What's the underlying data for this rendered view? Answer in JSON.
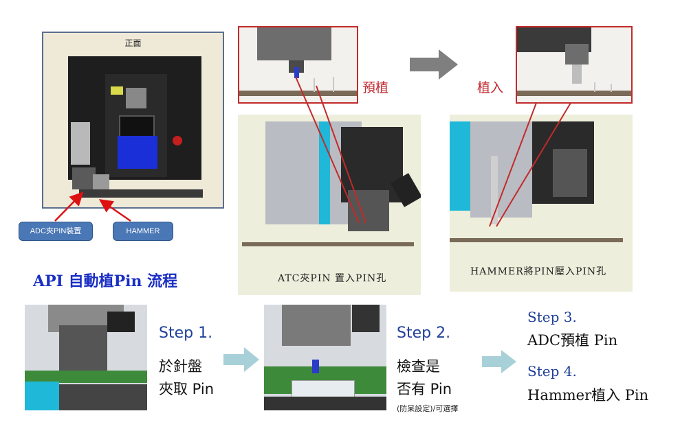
{
  "front_panel": {
    "title": "正面"
  },
  "callouts": {
    "adc": "ADC夾PIN裝置",
    "hammer": "HAMMER"
  },
  "labels": {
    "pre_plant": "預植",
    "insert": "植入"
  },
  "captions": {
    "atc": "ATC夾PIN  置入PIN孔",
    "hammer": "HAMMER將PIN壓入PIN孔"
  },
  "title": "API 自動植Pin 流程",
  "steps": [
    {
      "heading": "Step 1.",
      "line1": "於針盤",
      "line2": "夾取 Pin"
    },
    {
      "heading": "Step 2.",
      "line1": "檢查是",
      "line2": "否有 Pin",
      "note": "(防呆設定)/可選擇"
    },
    {
      "heading": "Step 3.",
      "line1": "ADC預植 Pin"
    },
    {
      "heading": "Step 4.",
      "line1": "Hammer植入 Pin"
    }
  ],
  "colors": {
    "title": "#1a2ec4",
    "step_heading": "#1f3f9a",
    "red": "#c22a2a",
    "callout": "#4a77b5",
    "arrow": "#a8d0d8",
    "gray_arrow": "#7f7f7f"
  }
}
